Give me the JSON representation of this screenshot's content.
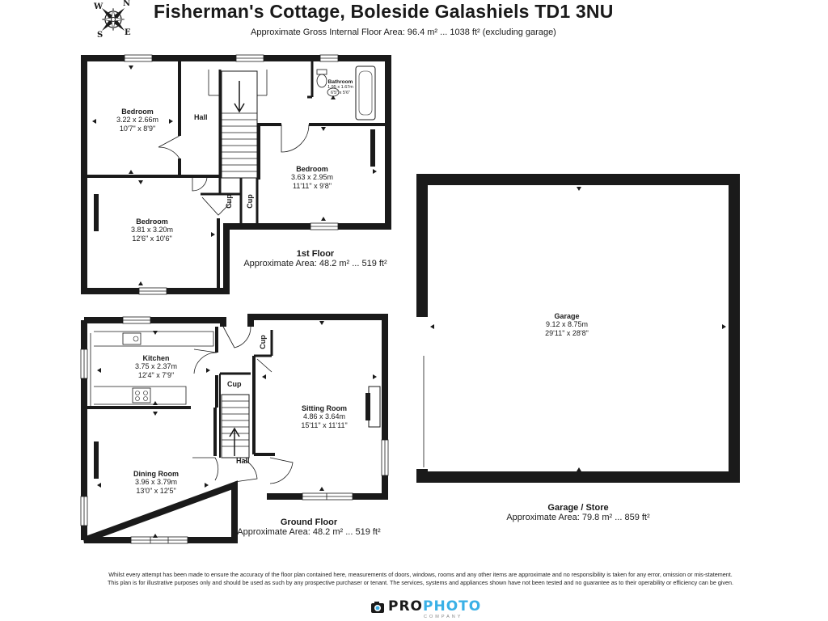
{
  "header": {
    "title": "Fisherman's Cottage, Boleside Galashiels TD1 3NU",
    "gross_area": "Approximate Gross Internal Floor Area: 96.4 m² ... 1038 ft² (excluding garage)"
  },
  "compass": {
    "n": "N",
    "s": "S",
    "e": "E",
    "w": "W"
  },
  "first_floor": {
    "label": "1st Floor",
    "area": "Approximate Area: 48.2 m² ... 519 ft²",
    "bedroom1": {
      "name": "Bedroom",
      "metric": "3.22 x 2.66m",
      "imperial": "10'7\" x 8'9\""
    },
    "bedroom2": {
      "name": "Bedroom",
      "metric": "3.81 x 3.20m",
      "imperial": "12'6\" x 10'6\""
    },
    "bedroom3": {
      "name": "Bedroom",
      "metric": "3.63 x 2.95m",
      "imperial": "11'11\" x 9'8\""
    },
    "bathroom": {
      "name": "Bathroom",
      "metric": "1.95 x 1.67m",
      "imperial": "6'5\" x 5'6\""
    },
    "hall": "Hall",
    "cup1": "Cup",
    "cup2": "Cup"
  },
  "ground_floor": {
    "label": "Ground Floor",
    "area": "Approximate Area: 48.2 m² ... 519 ft²",
    "kitchen": {
      "name": "Kitchen",
      "metric": "3.75 x 2.37m",
      "imperial": "12'4\" x 7'9\""
    },
    "dining": {
      "name": "Dining Room",
      "metric": "3.96 x 3.79m",
      "imperial": "13'0\" x 12'5\""
    },
    "sitting": {
      "name": "Sitting Room",
      "metric": "4.86 x 3.64m",
      "imperial": "15'11\" x 11'11\""
    },
    "hall": "Hall",
    "cup1": "Cup",
    "cup2": "Cup"
  },
  "garage": {
    "label": "Garage / Store",
    "area": "Approximate Area: 79.8 m² ... 859 ft²",
    "room": {
      "name": "Garage",
      "metric": "9.12 x 8.75m",
      "imperial": "29'11\" x 28'8\""
    }
  },
  "disclaimer": {
    "line1": "Whilst every attempt has been made to ensure the accuracy of the floor plan contained here, measurements of doors, windows, rooms and any other items are approximate and no responsibility is taken for any error, omission or mis-statement.",
    "line2": "This plan is for illustrative purposes only and should be used as such by any prospective purchaser or tenant. The services, systems and appliances shown have not been tested and no guarantee as to their operability or efficiency can be given."
  },
  "logo": {
    "part1": "PRO",
    "part2": "PHOTO",
    "sub": "COMPANY"
  },
  "colors": {
    "wall": "#1a1a1a",
    "accent": "#3ab0e6"
  }
}
